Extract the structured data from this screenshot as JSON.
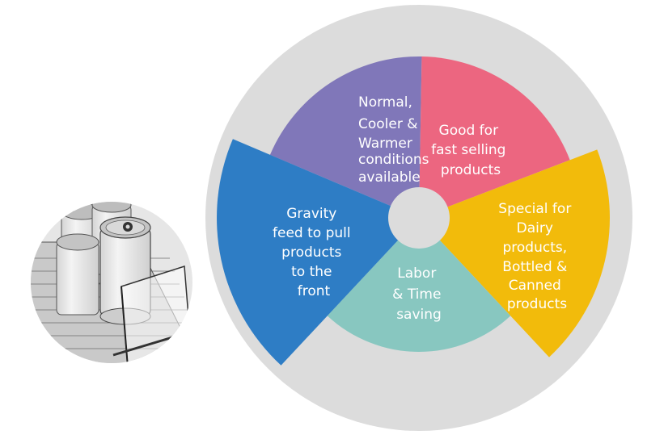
{
  "colors": {
    "ring": "#DCDCDC",
    "hub": "#DCDCDC",
    "background": "#FFFFFF"
  },
  "segments": [
    {
      "name": "segment-conditions",
      "color": "#8077B9",
      "lines": [
        "Normal,",
        "Cooler &",
        "Warmer",
        "conditions",
        "available"
      ]
    },
    {
      "name": "segment-fast-selling",
      "color": "#EC6680",
      "lines": [
        "Good for",
        "fast selling",
        "products"
      ]
    },
    {
      "name": "segment-dairy",
      "color": "#F2BB0B",
      "lines": [
        "Special for",
        "Dairy",
        "products,",
        "Bottled &",
        "Canned",
        "products"
      ]
    },
    {
      "name": "segment-labor",
      "color": "#88C7C0",
      "lines": [
        "Labor",
        "& Time",
        "saving"
      ]
    },
    {
      "name": "segment-gravity",
      "color": "#2E7DC5",
      "lines": [
        "Gravity",
        "feed to pull",
        "products",
        "to the",
        "front"
      ]
    }
  ],
  "illustration": {
    "icon": "canned-drinks-gravity-shelf-icon"
  }
}
